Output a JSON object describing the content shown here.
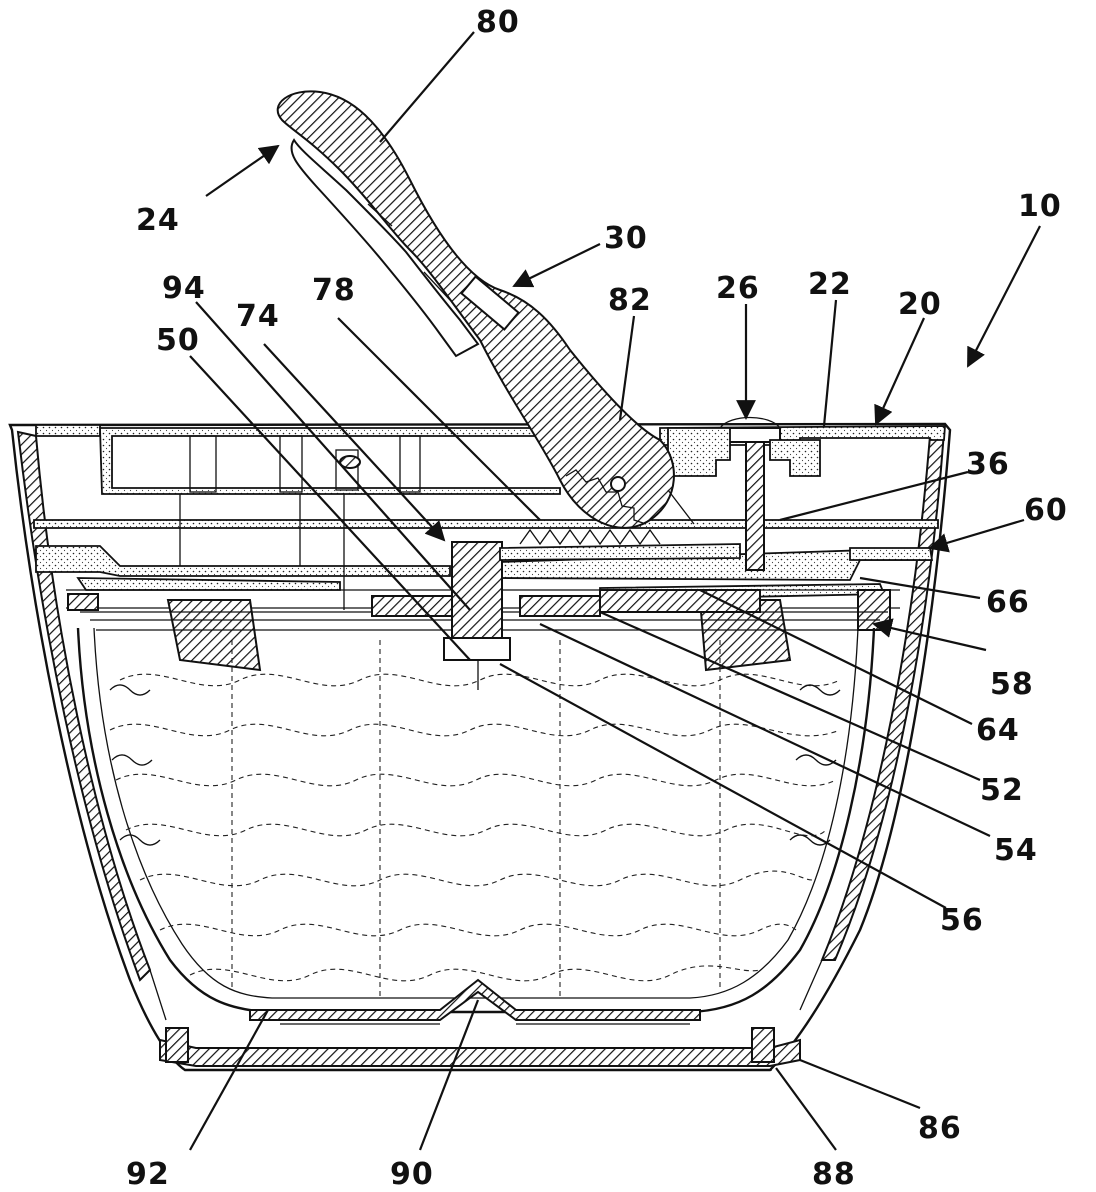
{
  "figure": {
    "reference_numerals": [
      "80",
      "24",
      "30",
      "10",
      "94",
      "74",
      "78",
      "82",
      "26",
      "22",
      "20",
      "50",
      "36",
      "60",
      "66",
      "58",
      "64",
      "52",
      "54",
      "56",
      "86",
      "92",
      "90",
      "88"
    ]
  }
}
